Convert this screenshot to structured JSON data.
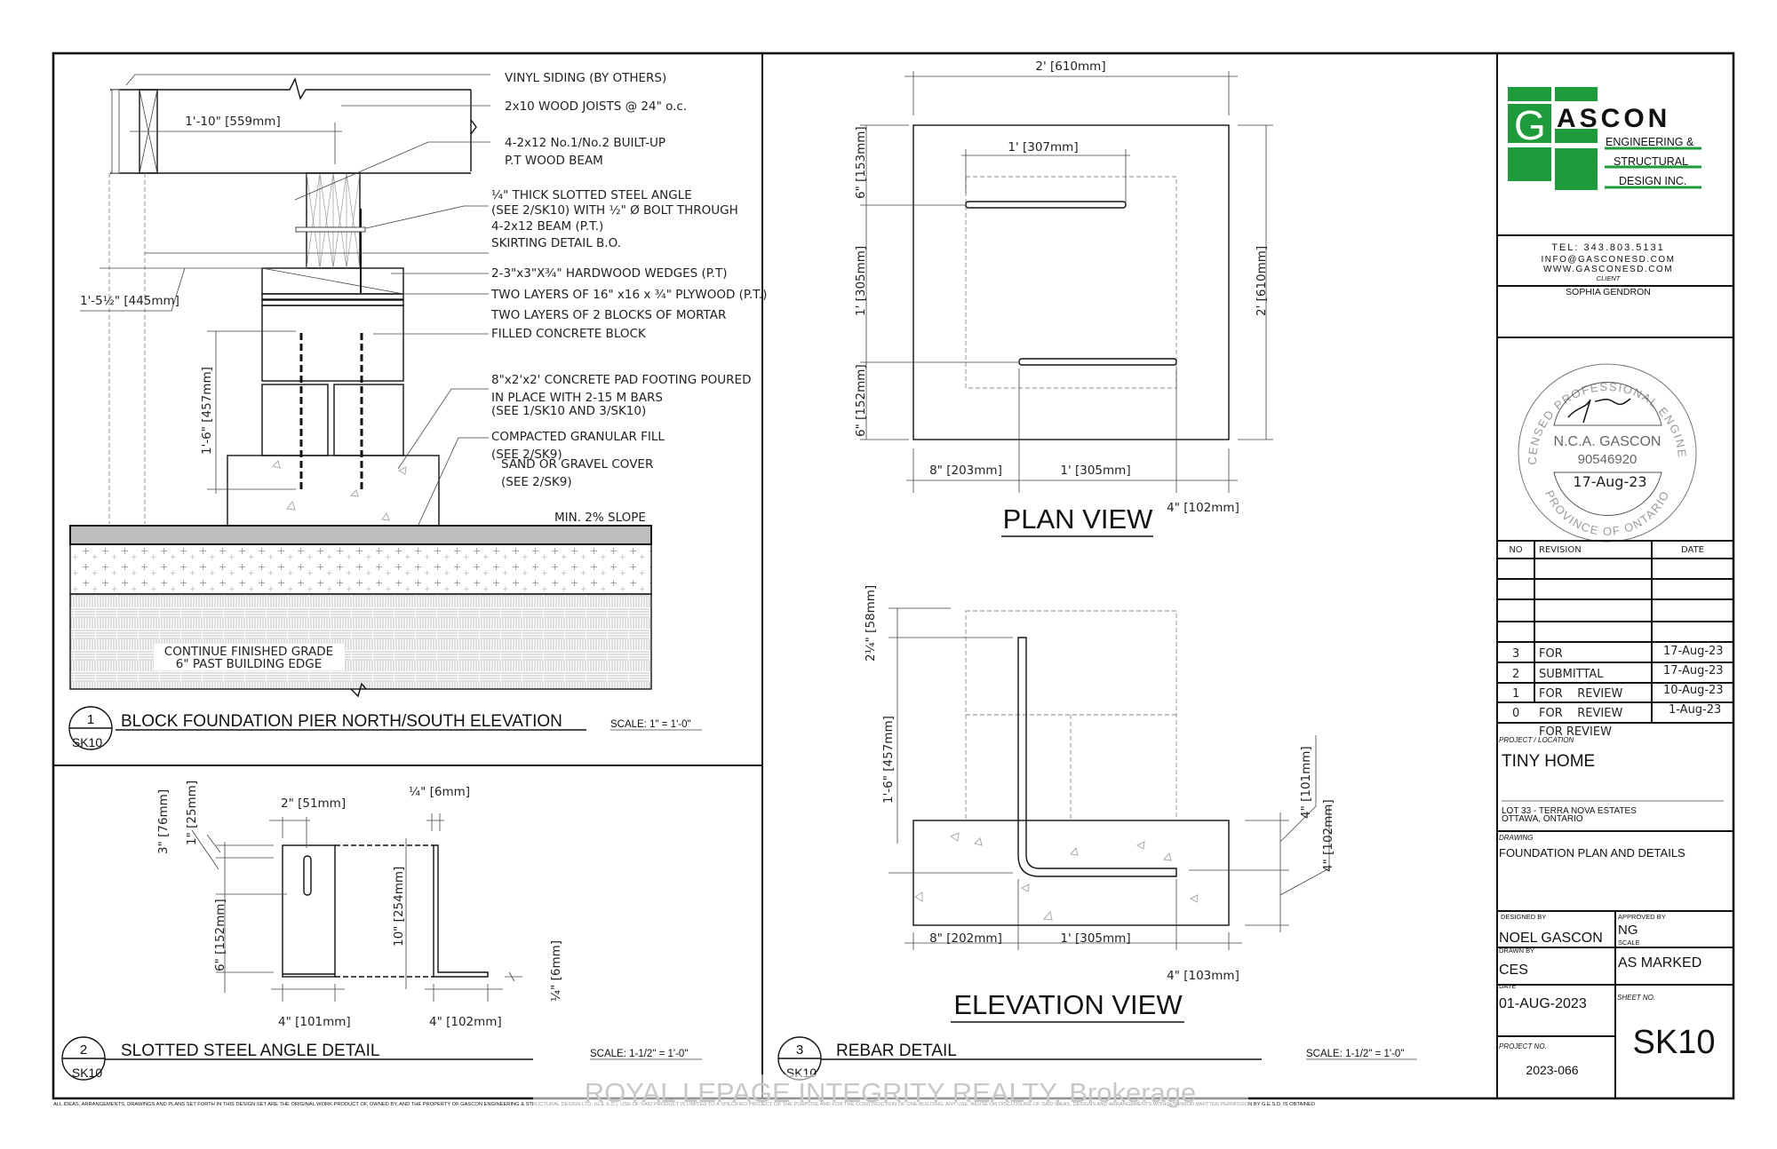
{
  "sheet": {
    "footer_disclaimer": "ALL IDEAS, ARRANGEMENTS, DRAWINGS AND PLANS SET FORTH IN THIS DESIGN SET ARE THE ORIGINAL WORK PRODUCT OF, OWNED BY, AND THE PROPERTY OF GASCON ENGINEERING & STRUCTURAL DESIGN LTD. (G.E.S.D.). USE OF SAID PRODUCT IS LIMITED TO A SPECIFIED PROJECT OF THE PURPOSE AND FOR THE CONSTRUCTION OF ONE BUILDING. ANY USE, REUSE OR DISCLOSURE OF SAID IDEAS, DESIGNS AND ARRANGEMENTS WITHOUT PRIOR WRITTEN PERMISSION BY G.E.S.D. IS OBTAINED",
    "watermark": "ROYAL LEPAGE INTEGRITY REALTY, Brokerage"
  },
  "colors": {
    "brand_green": "#1e9b3a",
    "line": "#111111",
    "hatch": "#999999"
  },
  "detail1": {
    "number": "1",
    "sheet_ref": "SK10",
    "title": "BLOCK FOUNDATION PIER NORTH/SOUTH ELEVATION",
    "scale": "SCALE: 1\" = 1'-0\"",
    "notes": [
      "VINYL SIDING (BY OTHERS)",
      "2x10 WOOD JOISTS @ 24\" o.c.",
      "4-2x12 No.1/No.2 BUILT-UP",
      "P.T WOOD BEAM",
      "¼\" THICK SLOTTED STEEL ANGLE",
      "(SEE 2/SK10) WITH ½\" Ø BOLT THROUGH",
      "4-2x12 BEAM (P.T.)",
      "SKIRTING DETAIL B.O.",
      "2-3\"x3\"X¾\" HARDWOOD WEDGES (P.T)",
      "TWO LAYERS OF 16\" x16 x ¾\" PLYWOOD (P.T.)",
      "TWO LAYERS OF 2 BLOCKS OF MORTAR",
      "FILLED CONCRETE BLOCK",
      "8\"x2'x2' CONCRETE PAD FOOTING POURED",
      "IN PLACE WITH 2-15 M BARS",
      "(SEE 1/SK10 AND 3/SK10)",
      "COMPACTED GRANULAR FILL",
      "(SEE 2/SK9)",
      "SAND OR GRAVEL COVER",
      "(SEE 2/SK9)",
      "MIN. 2% SLOPE",
      "CONTINUE FINISHED GRADE",
      "6\" PAST BUILDING EDGE"
    ],
    "dims": [
      "1'-10\" [559mm]",
      "1'-5½\" [445mm]",
      "1'-6\" [457mm]"
    ]
  },
  "detail2": {
    "number": "2",
    "sheet_ref": "SK10",
    "title": "SLOTTED STEEL ANGLE DETAIL",
    "scale": "SCALE: 1-1/2\" = 1'-0\"",
    "dims": [
      "2\" [51mm]",
      "3\" [76mm]",
      "1\" [25mm]",
      "6\" [152mm]",
      "4\" [101mm]",
      "¼\" [6mm]",
      "10\" [254mm]",
      "4\" [102mm]",
      "¼\" [6mm]"
    ]
  },
  "plan_view": {
    "title": "PLAN VIEW",
    "dims": [
      "2' [610mm]",
      "1' [307mm]",
      "2' [610mm]",
      "6\" [153mm]",
      "1' [305mm]",
      "6\" [152mm]",
      "8\" [203mm]",
      "1' [305mm]",
      "4\" [102mm]"
    ]
  },
  "elevation_view": {
    "title": "ELEVATION VIEW",
    "dims": [
      "2¼\" [58mm]",
      "1'-6\" [457mm]",
      "4\" [101mm]",
      "4\" [102mm]",
      "8\" [202mm]",
      "1' [305mm]",
      "4\" [103mm]"
    ]
  },
  "detail3": {
    "number": "3",
    "sheet_ref": "SK10",
    "title": "REBAR DETAIL",
    "scale": "SCALE: 1-1/2\" = 1'-0\""
  },
  "title_block": {
    "logo": {
      "letter": "G",
      "name": "ASCON",
      "line1": "ENGINEERING &",
      "line2": "STRUCTURAL",
      "line3": "DESIGN INC."
    },
    "tel": "TEL: 343.803.5131",
    "email": "INFO@GASCONESD.COM",
    "website": "WWW.GASCONESD.COM",
    "client_label": "CLIENT",
    "client": "SOPHIA GENDRON",
    "seal": {
      "top_text": "LICENSED PROFESSIONAL ENGINEER",
      "name": "N.C.A. GASCON",
      "number": "90546920",
      "date": "17-Aug-23",
      "bottom_text": "PROVINCE OF ONTARIO"
    },
    "revisions": {
      "headers": {
        "no": "NO",
        "revision": "REVISION",
        "date": "DATE"
      },
      "rows": [
        {
          "no": "3",
          "revision": "FOR",
          "date": "17-Aug-23"
        },
        {
          "no": "2",
          "revision": "SUBMITTAL",
          "date": "17-Aug-23"
        },
        {
          "no": "1",
          "revision": "FOR    REVIEW",
          "date": "10-Aug-23"
        },
        {
          "no": "0",
          "revision": "FOR    REVIEW",
          "date": "1-Aug-23"
        }
      ],
      "overflow": "FOR REVIEW"
    },
    "project_label": "PROJECT / LOCATION",
    "project": "TINY HOME",
    "location_line1": "LOT 33 - TERRA NOVA ESTATES",
    "location_line2": "OTTAWA, ONTARIO",
    "drawing_label": "DRAWING",
    "drawing": "FOUNDATION PLAN AND DETAILS",
    "designed_by_label": "DESIGNED BY",
    "designed_by": "NOEL GASCON",
    "approved_by_label": "APPROVED BY",
    "approved_by": "NG",
    "drawn_by_label": "DRAWN BY",
    "drawn_by": "CES",
    "scale_label": "SCALE",
    "scale": "AS MARKED",
    "date_label": "DATE",
    "date": "01-AUG-2023",
    "sheet_no_label": "SHEET NO.",
    "sheet_no": "SK10",
    "project_no_label": "PROJECT NO.",
    "project_no": "2023-066"
  }
}
